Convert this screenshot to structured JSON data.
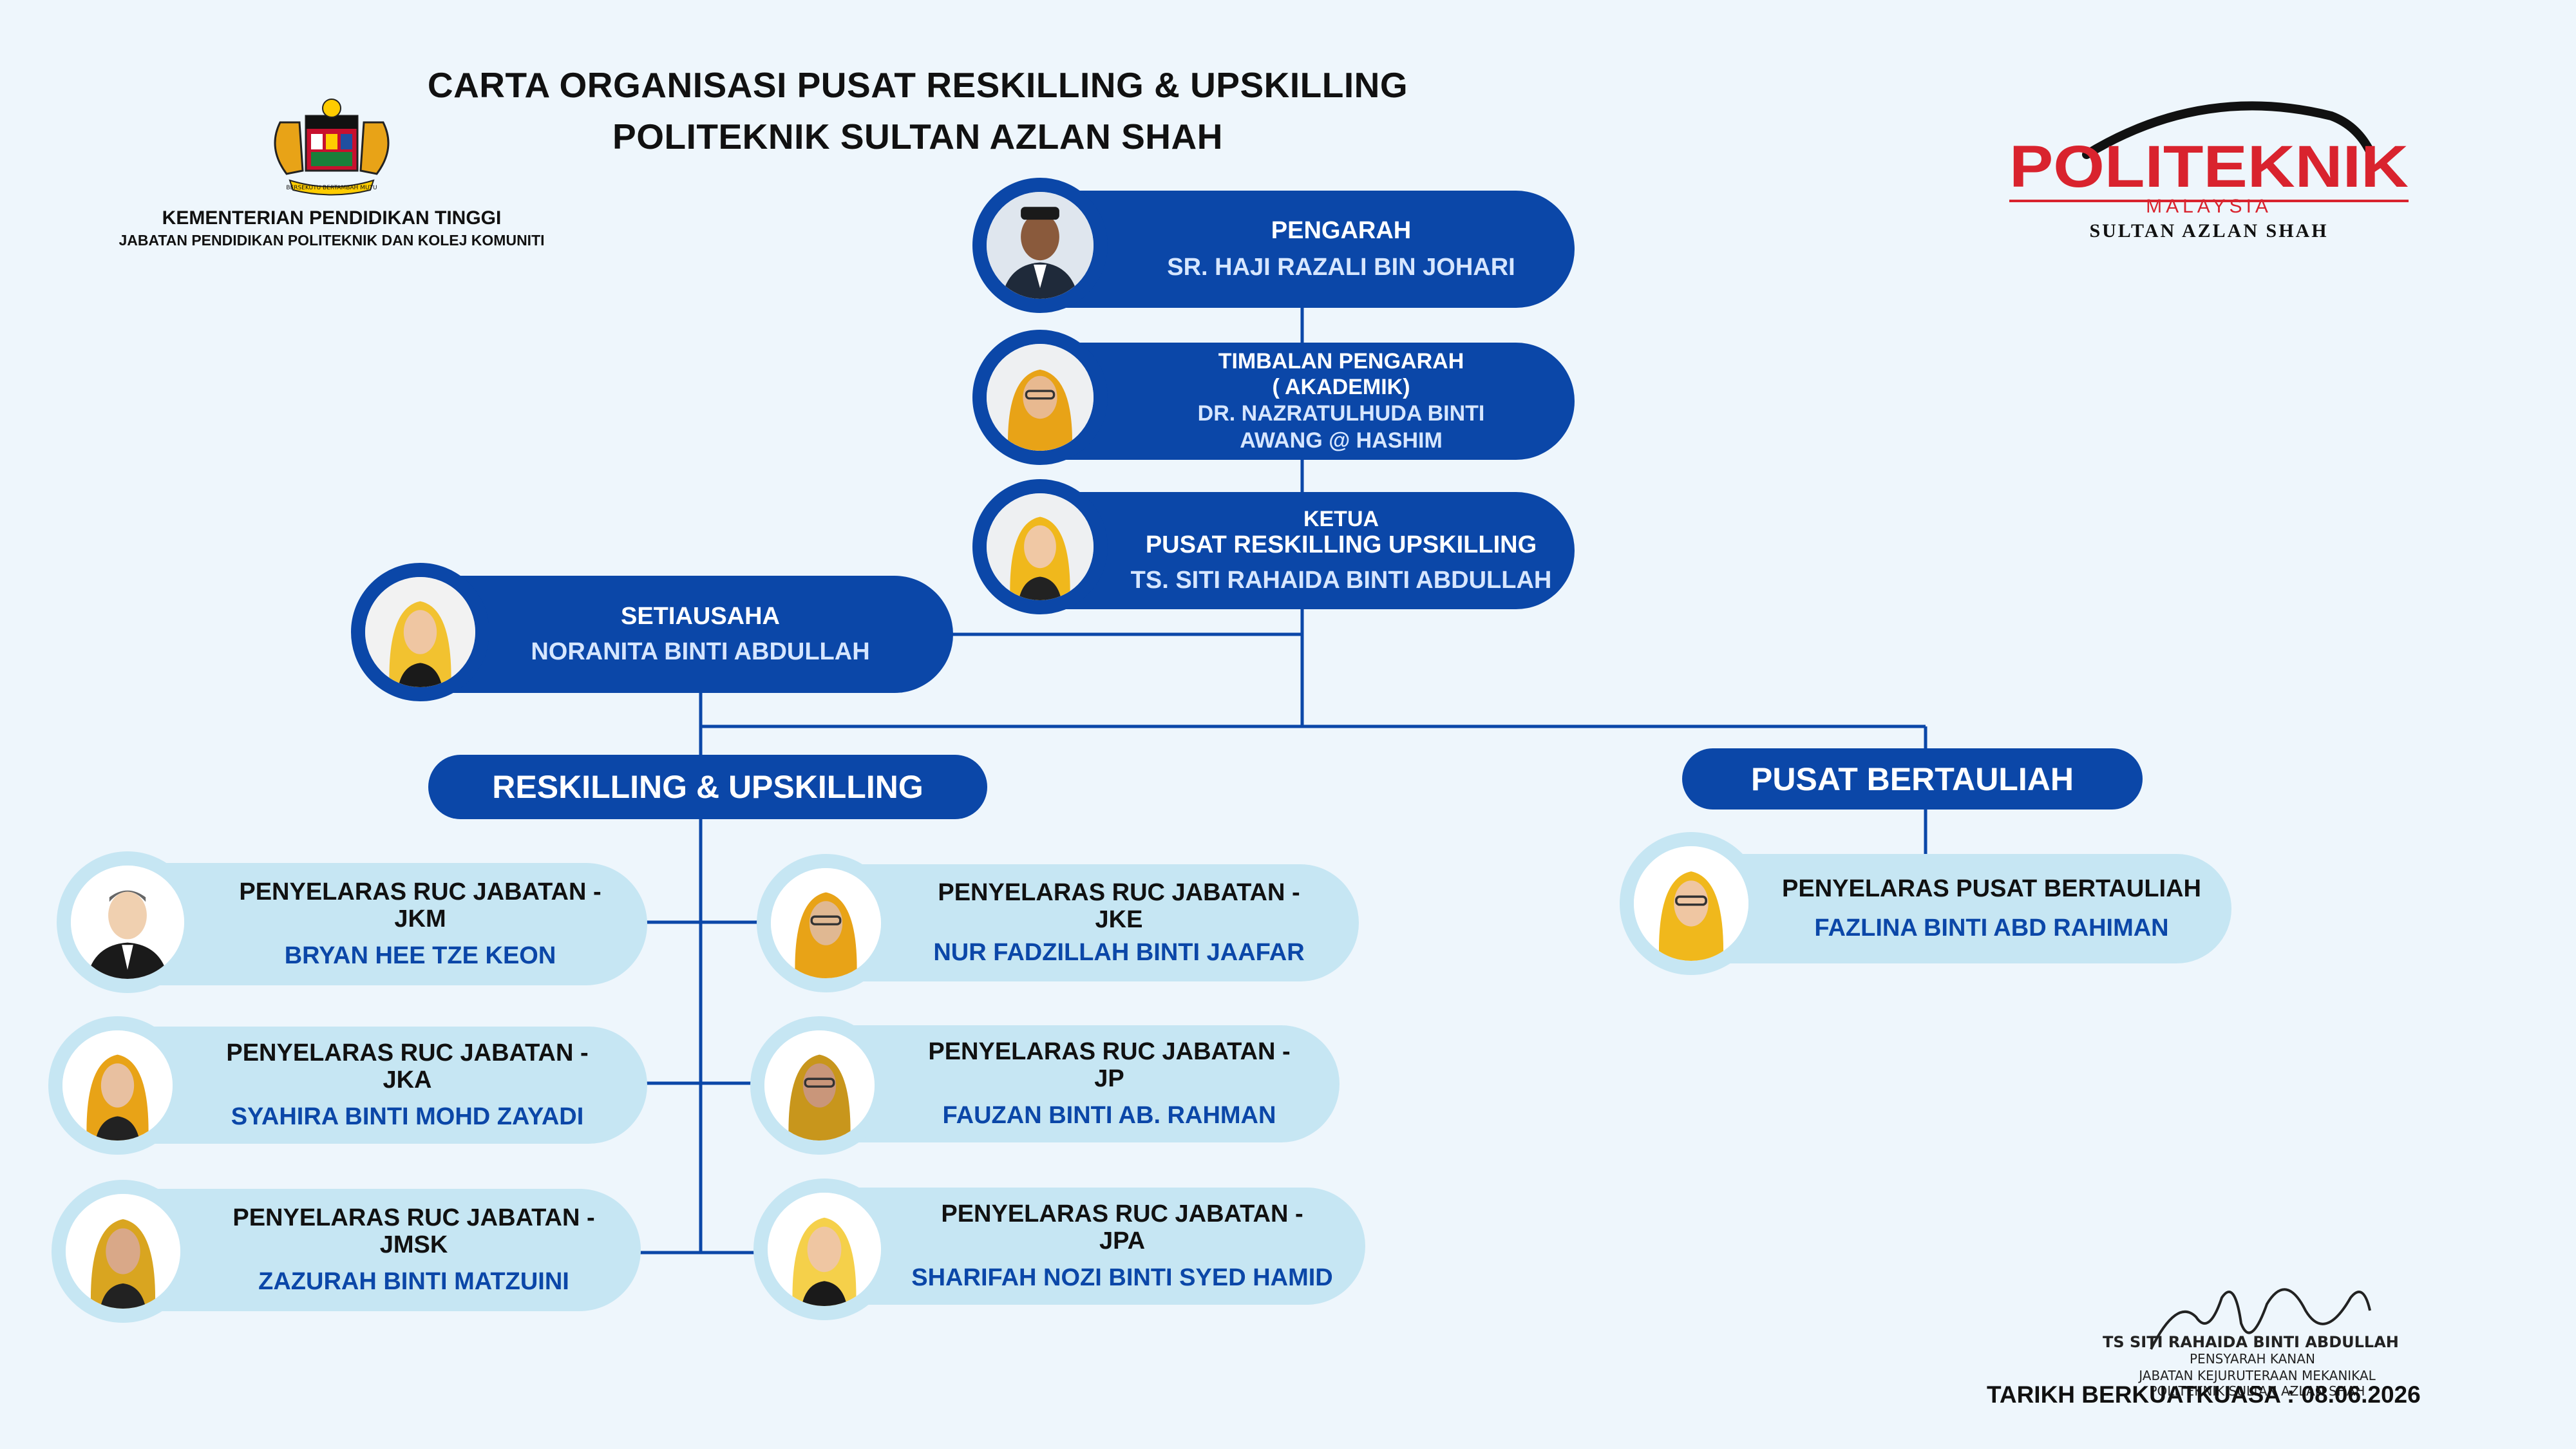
{
  "header": {
    "title_line1": "CARTA ORGANISASI PUSAT RESKILLING & UPSKILLING",
    "title_line2": "POLITEKNIK SULTAN AZLAN SHAH",
    "ministry": "KEMENTERIAN PENDIDIKAN TINGGI",
    "department": "JABATAN PENDIDIKAN POLITEKNIK DAN KOLEJ KOMUNITI",
    "crest_motto": "BERSEKUTU BERTAMBAH MUTU",
    "logo_word": "POLITEKNIK",
    "logo_country": "MALAYSIA",
    "logo_campus": "SULTAN AZLAN SHAH"
  },
  "org": {
    "pengarah": {
      "role": "PENGARAH",
      "name": "SR. HAJI RAZALI BIN JOHARI"
    },
    "timbalan": {
      "role1": "TIMBALAN PENGARAH",
      "role2": "( AKADEMIK)",
      "name1": "DR. NAZRATULHUDA BINTI",
      "name2": "AWANG @ HASHIM"
    },
    "ketua": {
      "role1": "KETUA",
      "role2": "PUSAT RESKILLING UPSKILLING",
      "name": "TS. SITI RAHAIDA BINTI ABDULLAH"
    },
    "setiausaha": {
      "role": "SETIAUSAHA",
      "name": "NORANITA BINTI ABDULLAH"
    },
    "unit_reskilling": "RESKILLING & UPSKILLING",
    "unit_bertauliah": "PUSAT BERTAULIAH",
    "coordinators": [
      {
        "role1": "PENYELARAS RUC JABATAN -",
        "role2": "JKM",
        "name": "BRYAN HEE TZE KEON"
      },
      {
        "role1": "PENYELARAS RUC JABATAN -",
        "role2": "JKA",
        "name": "SYAHIRA BINTI MOHD ZAYADI"
      },
      {
        "role1": "PENYELARAS RUC JABATAN -",
        "role2": "JMSK",
        "name": "ZAZURAH BINTI MATZUINI"
      },
      {
        "role1": "PENYELARAS RUC JABATAN -",
        "role2": "JKE",
        "name": "NUR FADZILLAH BINTI JAAFAR"
      },
      {
        "role1": "PENYELARAS RUC JABATAN -",
        "role2": "JP",
        "name": "FAUZAN BINTI AB. RAHMAN"
      },
      {
        "role1": "PENYELARAS RUC JABATAN -",
        "role2": "JPA",
        "name": "SHARIFAH NOZI BINTI SYED HAMID"
      }
    ],
    "bertauliah": {
      "role": "PENYELARAS PUSAT BERTAULIAH",
      "name": "FAZLINA BINTI ABD RAHIMAN"
    }
  },
  "signature": {
    "name": "TS  SITI RAHAIDA BINTI ABDULLAH",
    "position": "PENSYARAH KANAN",
    "department": "JABATAN KEJURUTERAAN MEKANIKAL",
    "institution": "POLITEKNIK SULTAN AZLAN SHAH",
    "effective_date": "TARIKH BERKUATKUASA : 08.06.2026"
  },
  "colors": {
    "primary_blue": "#0b47a8",
    "light_blue": "#c6e6f3",
    "background": "#eef6fc",
    "logo_red": "#d9232e"
  }
}
